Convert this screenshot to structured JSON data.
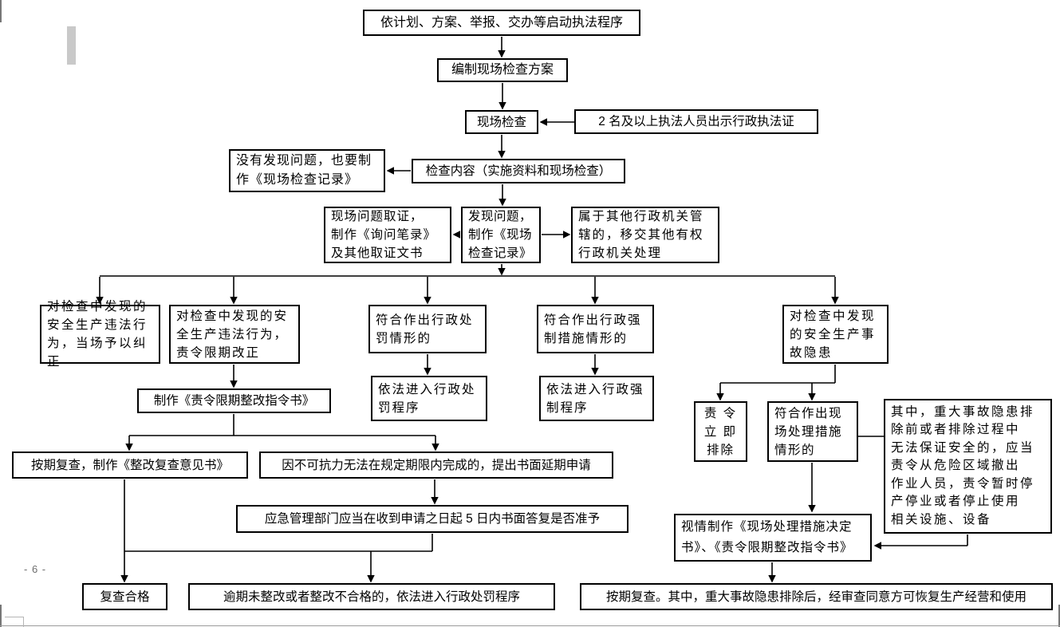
{
  "page": {
    "number_label": "- 6 -"
  },
  "colors": {
    "box_border": "#000000",
    "page_bg": "#ffffff",
    "mark_gray": "#c9c9c9"
  },
  "flowchart": {
    "nodes": {
      "start": "依计划、方案、举报、交办等启动执法程序",
      "plan": "编制现场检查方案",
      "inspect": "现场检查",
      "officers": "2 名及以上执法人员出示行政执法证",
      "no_problem": "没有发现问题，也要制\n作《现场检查记录》",
      "content": "检查内容（实施资料和现场检查）",
      "evidence": "现场问题取证，\n制作《询问笔录》\n及其他取证文书",
      "found": "发现问题，\n制作《现场\n检查记录》",
      "transfer": "属于其他行政机关管\n辖的，移交其他有权\n行政机关处理",
      "correct_onsite": "对检查中发现的\n安全生产违法行\n为，当场予以纠正",
      "order_correct": "对检查中发现的安\n全生产违法行为，\n责令限期改正",
      "penalty_case": "符合作出行政处\n罚情形的",
      "coercive_case": "符合作出行政强\n制措施情形的",
      "hazard": "对检查中发现\n的安全生产事\n故隐患",
      "rectify_order": "制作《责令限期整改指令书》",
      "penalty_proc": "依法进入行政处\n罚程序",
      "coercive_proc": "依法进入行政强\n制程序",
      "immediate": "责 令\n立 即\n排除",
      "onsite_measures": "符合作出现\n场处理措施\n情形的",
      "major_hazard": "其中，重大事故隐患排\n除前或者排除过程中\n无法保证安全的，应当\n责令从危险区域撤出\n作业人员，责令暂时停\n产停业或者停止使用\n相关设施、设备",
      "review": "按期复查，制作《整改复查意见书》",
      "force_majeure": "因不可抗力无法在规定期限内完成的，提出书面延期申请",
      "reply_5days": "应急管理部门应当在收到申请之日起 5 日内书面答复是否准予",
      "decision_doc": "视情制作《现场处理措施决定\n书》、《责令限期整改指令书》",
      "pass": "复查合格",
      "overdue": "逾期未整改或者整改不合格的，依法进入行政处罚程序",
      "final_review": "按期复查。其中，重大事故隐患排除后，经审查同意方可恢复生产经营和使用"
    }
  }
}
